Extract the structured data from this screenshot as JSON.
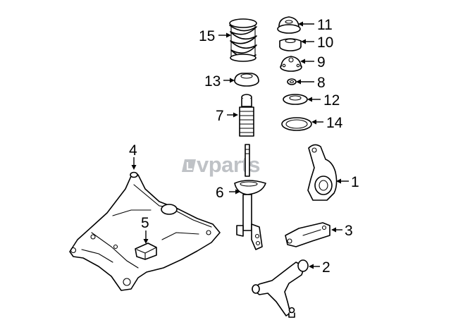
{
  "watermark": {
    "text": "vparts",
    "color": "#bfc2c6"
  },
  "callouts": [
    {
      "id": "c11",
      "label": "11"
    },
    {
      "id": "c15",
      "label": "15"
    },
    {
      "id": "c10",
      "label": "10"
    },
    {
      "id": "c9",
      "label": "9"
    },
    {
      "id": "c13",
      "label": "13"
    },
    {
      "id": "c8",
      "label": "8"
    },
    {
      "id": "c12",
      "label": "12"
    },
    {
      "id": "c7",
      "label": "7"
    },
    {
      "id": "c14",
      "label": "14"
    },
    {
      "id": "c4",
      "label": "4"
    },
    {
      "id": "c1",
      "label": "1"
    },
    {
      "id": "c6",
      "label": "6"
    },
    {
      "id": "c5",
      "label": "5"
    },
    {
      "id": "c3",
      "label": "3"
    },
    {
      "id": "c2",
      "label": "2"
    }
  ]
}
